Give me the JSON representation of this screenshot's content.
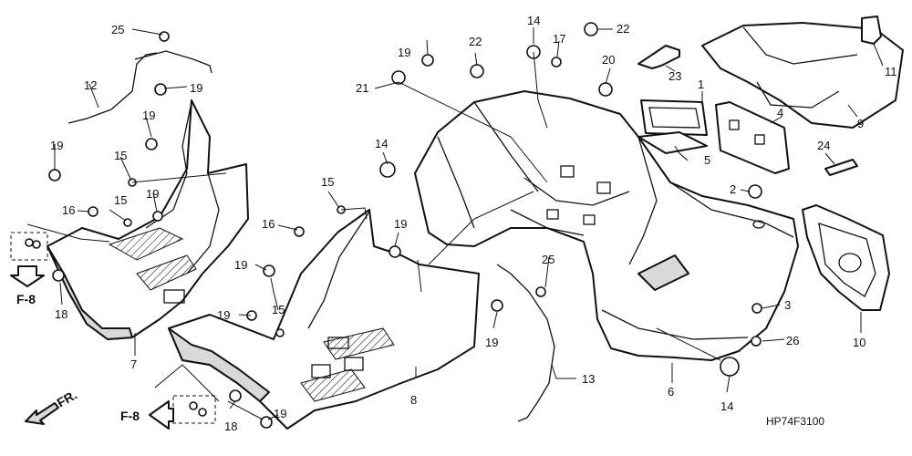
{
  "diagram": {
    "code": "HP74F3100",
    "front_marker": "FR.",
    "ref_labels": [
      "F-8",
      "F-8"
    ],
    "callouts": {
      "c1": "1",
      "c2": "2",
      "c3": "3",
      "c4": "4",
      "c5": "5",
      "c6": "6",
      "c7": "7",
      "c8": "8",
      "c9": "9",
      "c10": "10",
      "c11": "11",
      "c12": "12",
      "c13": "13",
      "c14a": "14",
      "c14b": "14",
      "c14c": "14",
      "c15a": "15",
      "c15b": "15",
      "c15c": "15",
      "c15d": "15",
      "c16a": "16",
      "c16b": "16",
      "c17": "17",
      "c18a": "18",
      "c18b": "18",
      "c19a": "19",
      "c19b": "19",
      "c19c": "19",
      "c19d": "19",
      "c19e": "19",
      "c19f": "19",
      "c19g": "19",
      "c19h": "19",
      "c19i": "19",
      "c19j": "19",
      "c20": "20",
      "c21": "21",
      "c22a": "22",
      "c22b": "22",
      "c23": "23",
      "c24": "24",
      "c25a": "25",
      "c25b": "25",
      "c26": "26"
    }
  }
}
